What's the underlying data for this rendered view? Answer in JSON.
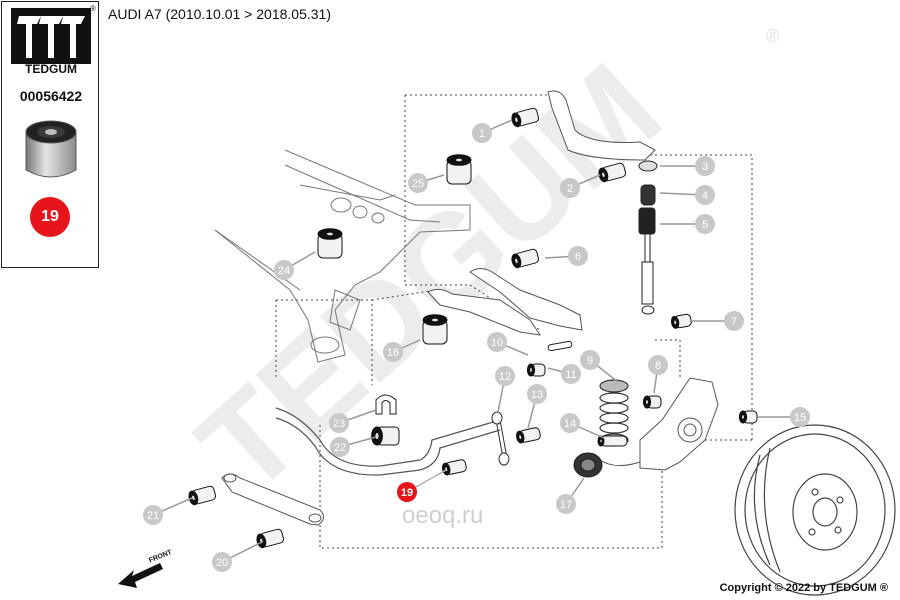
{
  "header": {
    "title": "AUDI A7 (2010.10.01 > 2018.05.31)"
  },
  "sidebar": {
    "brand": "TEDGUM",
    "registered_mark": "®",
    "part_number": "00056422",
    "highlight_number": "19"
  },
  "diagram": {
    "callouts": [
      "1",
      "2",
      "3",
      "4",
      "5",
      "6",
      "7",
      "8",
      "9",
      "10",
      "11",
      "12",
      "13",
      "14",
      "15",
      "16",
      "17",
      "19",
      "20",
      "21",
      "22",
      "23",
      "24",
      "25"
    ],
    "highlighted_callout": "19",
    "front_label": "FRONT",
    "watermark": "TEDGUM",
    "watermark_mark": "®",
    "site_watermark": "oeoq.ru"
  },
  "footer": {
    "copyright": "Copyright © 2022 by TEDGUM ®"
  },
  "colors": {
    "highlight": "#e8141b",
    "callout_fill": "#c8c8c8",
    "watermark": "#ebebeb",
    "line": "#333333"
  }
}
